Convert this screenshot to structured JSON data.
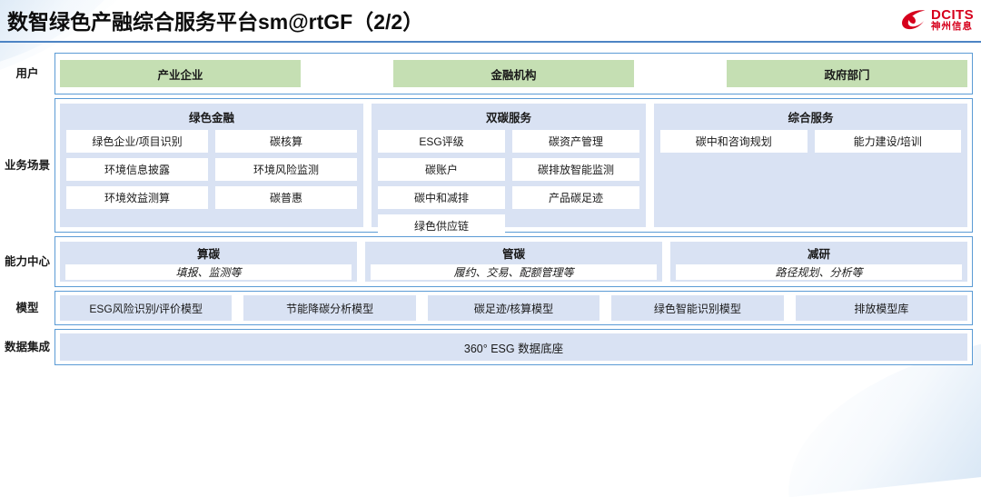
{
  "header": {
    "title": "数智绿色产融综合服务平台sm@rtGF（2/2）",
    "logo": {
      "icon": "dcits-swirl-logo",
      "en": "DCITS",
      "cn": "神州信息"
    }
  },
  "architecture": {
    "rows": [
      {
        "label": "用户",
        "type": "user",
        "boxes": [
          {
            "label": "产业企业"
          },
          {
            "label": "金融机构"
          },
          {
            "label": "政府部门"
          }
        ]
      },
      {
        "label": "业务场景",
        "type": "business",
        "groups": [
          {
            "title": "绿色金融",
            "items": [
              "绿色企业/项目识别",
              "碳核算",
              "环境信息披露",
              "环境风险监测",
              "环境效益测算",
              "碳普惠"
            ]
          },
          {
            "title": "双碳服务",
            "items": [
              "ESG评级",
              "碳资产管理",
              "碳账户",
              "碳排放智能监测",
              "碳中和减排",
              "产品碳足迹",
              "绿色供应链"
            ]
          },
          {
            "title": "综合服务",
            "items": [
              "碳中和咨询规划",
              "能力建设/培训"
            ]
          }
        ]
      },
      {
        "label": "能力中心",
        "type": "capability",
        "groups": [
          {
            "title": "算碳",
            "subtitle": "填报、监测等"
          },
          {
            "title": "管碳",
            "subtitle": "履约、交易、配额管理等"
          },
          {
            "title": "减研",
            "subtitle": "路径规划、分析等"
          }
        ]
      },
      {
        "label": "模型",
        "type": "model",
        "boxes": [
          {
            "label": "ESG风险识别/评价模型"
          },
          {
            "label": "节能降碳分析模型"
          },
          {
            "label": "碳足迹/核算模型"
          },
          {
            "label": "绿色智能识别模型"
          },
          {
            "label": "排放模型库"
          }
        ]
      },
      {
        "label": "数据集成",
        "type": "data",
        "boxes": [
          {
            "label": "360° ESG 数据底座"
          }
        ]
      }
    ]
  },
  "colors": {
    "accent_blue": "#5b9bd5",
    "panel_blue": "#d9e2f3",
    "user_green": "#c5dfb3",
    "logo_red": "#d6001c",
    "divider_blue": "#4d84c4"
  }
}
